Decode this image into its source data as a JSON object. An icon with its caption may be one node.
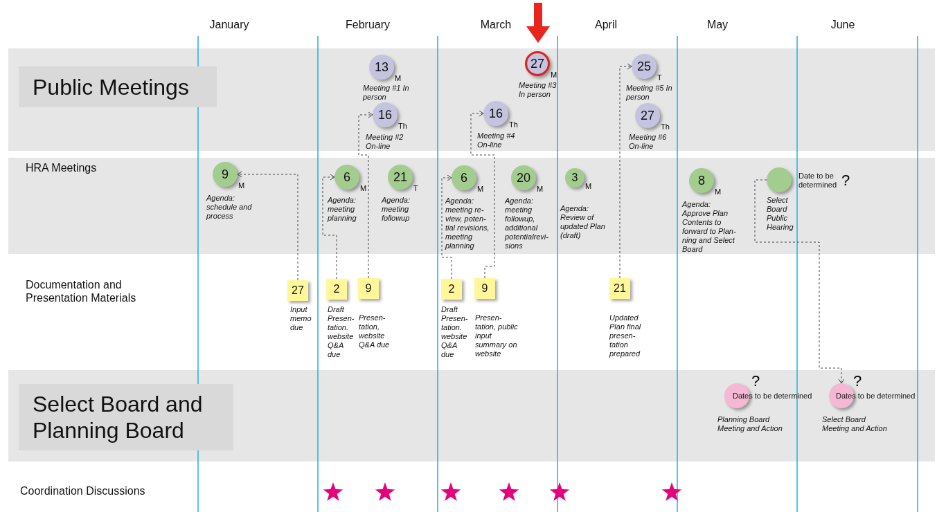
{
  "diagram": {
    "nodes": [
      {
        "text": [
          "Public Meetings"
        ]
      },
      {
        "text": [
          "13"
        ],
        "in": 0,
        "beside": [
          "M",
          "Meeting #1 In person"
        ]
      },
      {
        "text": [
          "16"
        ],
        "in": 0,
        "beside": [
          "Th",
          "Meeting #2 On-line"
        ]
      },
      {
        "text": [
          "27"
        ],
        "in": 0,
        "beside": [
          "M",
          "Meeting #3 In person"
        ]
      },
      {
        "text": [
          "16"
        ],
        "in": 0,
        "beside": [
          "Th",
          "Meeting #4 On-line"
        ]
      },
      {
        "text": [
          "25"
        ],
        "in": 0,
        "beside": [
          "T",
          "Meeting #5 In person"
        ]
      },
      {
        "text": [
          "27"
        ],
        "in": 0,
        "beside": [
          "Th",
          "Meeting #6 On-line"
        ]
      },
      {
        "text": [
          "HRA Meetings"
        ]
      },
      {
        "text": [
          "9"
        ],
        "in": 7,
        "beside": [
          "M",
          "Agenda: schedule and process"
        ]
      },
      {
        "text": [
          "6"
        ],
        "in": 7,
        "beside": [
          "M",
          "Agenda: meeting planning"
        ]
      },
      {
        "text": [
          "21"
        ],
        "in": 7,
        "beside": [
          "T",
          "Agenda: meeting followup"
        ]
      },
      {
        "text": [
          "6"
        ],
        "in": 7,
        "beside": [
          "M",
          "Agenda: meeting re- view, poten- tial revisions, meeting planning"
        ]
      },
      {
        "text": [
          "20"
        ],
        "in": 7,
        "beside": [
          "M",
          "Agenda: meeting followup, additional potentialrevi- sions"
        ]
      },
      {
        "text": [
          "3"
        ],
        "in": 7,
        "beside": [
          "M",
          "Agenda: Review of updated Plan (draft)"
        ]
      },
      {
        "text": [
          "8"
        ],
        "in": 7,
        "beside": [
          "M",
          "Agenda: Approve Plan Contents to forward to Plan- ning and Select Board"
        ]
      },
      {
        "text": [],
        "shape": "circle",
        "in": 7,
        "beside": [
          "Select Board Public Hearing",
          "Date to be determined",
          "?"
        ]
      },
      {
        "text": [
          "27"
        ],
        "beside": [
          "Input memo due"
        ]
      },
      {
        "text": [
          "2"
        ],
        "beside": [
          "Draft Presen- tation. website Q&A due"
        ]
      },
      {
        "text": [
          "9"
        ],
        "beside": [
          "Presen- tation, website Q&A due"
        ]
      },
      {
        "text": [
          "2"
        ],
        "beside": [
          "Draft Presen- tation. website Q&A due"
        ]
      },
      {
        "text": [
          "9"
        ],
        "beside": [
          "Presen- tation, public input summary on website"
        ]
      },
      {
        "text": [
          "21"
        ],
        "beside": [
          "Updated Plan final presen- tation prepared"
        ]
      },
      {
        "text": [
          "Select Board and Planning Board"
        ]
      },
      {
        "text": [],
        "shape": "circle",
        "in": 22,
        "beside": [
          "?",
          "Dates to be determined",
          "Planning Board Meeting and Action"
        ]
      },
      {
        "text": [],
        "shape": "circle",
        "in": 22,
        "beside": [
          "?",
          "Dates to be determined",
          "Select Board Meeting and Action"
        ]
      },
      {
        "text": [],
        "shape": "star"
      },
      {
        "text": [],
        "shape": "star"
      },
      {
        "text": [],
        "shape": "star"
      },
      {
        "text": [],
        "shape": "star"
      },
      {
        "text": [],
        "shape": "star"
      },
      {
        "text": [],
        "shape": "star"
      }
    ],
    "edges": [
      {
        "from": 16,
        "to": 8,
        "arrow": "to",
        "style": "dashed"
      },
      {
        "from": 17,
        "to": 9,
        "arrow": "to",
        "style": "dashed"
      },
      {
        "from": 18,
        "to": 2,
        "arrow": "to",
        "style": "dashed"
      },
      {
        "from": 19,
        "to": 11,
        "arrow": "to",
        "style": "dashed"
      },
      {
        "from": 20,
        "to": 4,
        "arrow": "to",
        "style": "dashed"
      },
      {
        "from": 21,
        "to": 5,
        "arrow": "to",
        "style": "dashed"
      },
      {
        "from": 15,
        "to": 24,
        "arrow": "to",
        "style": "dashed"
      }
    ],
    "labels": [
      "January",
      "February",
      "March",
      "April",
      "May",
      "June",
      "Documentation and Presentation Materials",
      "Coordination Discussions"
    ]
  }
}
